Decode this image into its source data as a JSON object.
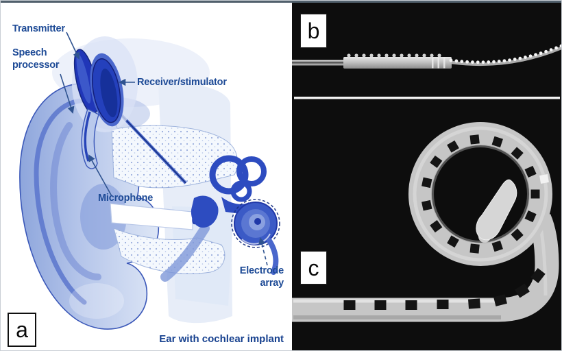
{
  "panels": [
    {
      "label": "a"
    },
    {
      "label": "b"
    },
    {
      "label": "c"
    }
  ],
  "diagram": {
    "caption": "Ear with cochlear implant",
    "annotations": [
      {
        "id": "transmitter",
        "label": "Transmitter"
      },
      {
        "id": "speech-processor",
        "label": "Speech processor"
      },
      {
        "id": "receiver-stimulator",
        "label": "Receiver/stimulator"
      },
      {
        "id": "microphone",
        "label": "Microphone"
      },
      {
        "id": "electrode-array",
        "label": "Electrode array"
      }
    ]
  },
  "colors": {
    "label_text": "#1d4a96",
    "caption_text": "#17418f",
    "illustration_blue": "#2440bc",
    "illustration_light_blue": "#b6c6ea",
    "photo_background": "#0d0d0d",
    "electrode_gray": "#c6c6c6"
  }
}
